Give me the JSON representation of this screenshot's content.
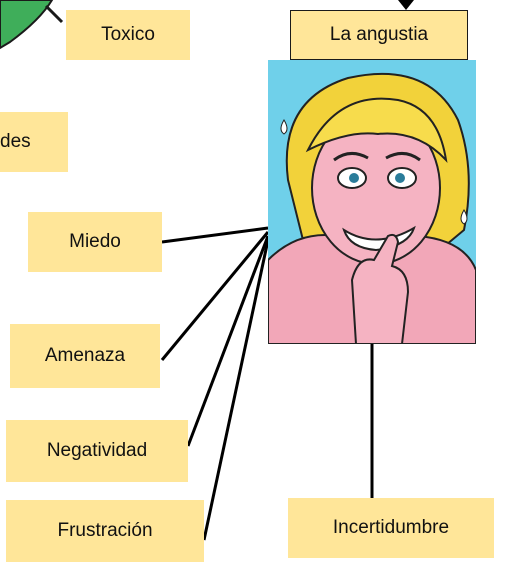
{
  "diagram": {
    "title": "La angustia",
    "nodes": {
      "toxico": "Toxico",
      "partial_left": "des",
      "miedo": "Miedo",
      "amenaza": "Amenaza",
      "negatividad": "Negatividad",
      "frustracion": "Frustración",
      "incertidumbre": "Incertidumbre"
    }
  },
  "colors": {
    "label_fill": "#ffe699",
    "line": "#000000",
    "arrow_green": "#3fae5a",
    "image_background": "#6fd0ea"
  },
  "image": {
    "subject": "cartoon anxious woman biting finger"
  }
}
